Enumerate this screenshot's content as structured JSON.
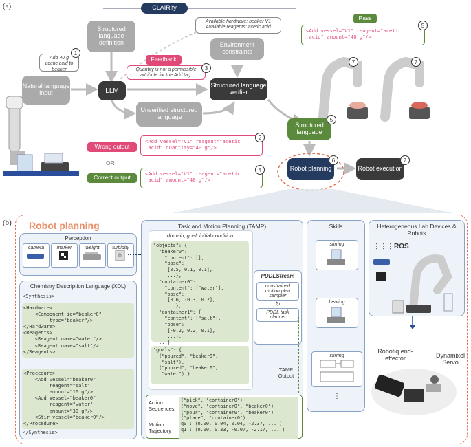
{
  "label_a": "(a)",
  "label_b": "(b)",
  "clairify": "CLAIRify",
  "top": {
    "structured_def": "Structured language definition",
    "natural_input": "Natural language input",
    "add_note": "Add 40 g acetic acid to beaker",
    "llm": "LLM",
    "feedback": "Feedback",
    "feedback_note": "Quantity is not a permissible attribute for the Add tag.",
    "hw_note_line1": "Available hardware: beaker V1",
    "hw_note_line2": "Available reagents: acetic acid",
    "env": "Environment constraints",
    "verifier": "Structured language verifier",
    "unverified": "Unverified structured language",
    "wrong_output": "Wrong output",
    "or": "OR",
    "correct_output": "Correct output",
    "wrong_code": "<Add vessel=\"V1\" reagent=\"acetic\n acid\" quantity=\"40 g\"/>",
    "correct_code": "<Add vessel=\"V1\" reagent=\"acetic\n acid\" amount=\"40 g\"/>",
    "pass": "Pass",
    "pass_code": "<Add vessel=\"V1\" reagent=\"acetic\n acid\" amount=\"40 g\"/>",
    "structured_language": "Structured language",
    "robot_planning": "Robot planning",
    "robot_execution": "Robot execution",
    "nums": [
      "1",
      "2",
      "3",
      "4",
      "5",
      "5",
      "6",
      "7",
      "7",
      "7"
    ]
  },
  "bottom": {
    "title": "Robot planning",
    "perception": "Perception",
    "sensors": [
      "camera",
      "marker",
      "weight",
      "turbidity"
    ],
    "xdl_title": "Chemistry Description Language (XDL)",
    "xdl_synth_open": "<Synthesis>",
    "xdl_hardware": "<Hardware>\n    <Component id=\"beaker0\"\n         type=\"beaker\"/>\n</Hardware>\n<Reagents>\n    <Reagent name=\"water\"/>\n    <Reagent name=\"salt\"/>\n</Reagents>",
    "xdl_procedure": "<Procedure>\n    <Add vessel=\"beaker0\"\n         reagent=\"salt\"\n         amount=\"10 g\"/>\n    <Add vessel=\"beaker0\"\n         reagent=\"water\"\n         amount=\"30 g\"/>\n    <Stir vessel=\"beaker0\"/>\n</Procedure>",
    "xdl_synth_close": "</Synthesis>",
    "tamp_title": "Task and Motion Planning (TAMP)",
    "tamp_sub": "domain, goal, initial condition",
    "objects_code": "\"objects\": {\n  \"beaker0\":\n    \"content\": [],\n    \"pose\":\n     [0.5, 0.1, 0.1],\n     ...},\n  \"container0\":\n    \"content\": [\"water\"],\n    \"pose\":\n     [0.6, -0.3, 0.2],\n     ...},\n  \"container1\": {\n    \"content\": [\"salt\"],\n    \"pose\":\n     [-0.2, 0.2, 0.1],\n     ...},\n  ...}",
    "goals_code": "\"goals\": {\n  (\"poured\", \"beaker0\",\n   \"salt\"),\n  (\"poured\", \"beaker0\",\n   \"water\") }",
    "pddl": "PDDLStream",
    "motion_sampler": "constrained motion plan sampler",
    "task_planner": "PDDL task planner",
    "tamp_output": "TAMP Output",
    "action_label": "Action Sequences",
    "action_code": "(\"pick\", \"container0\")\n(\"move\", \"container0\", \"beaker0\")\n(\"pour\", \"container0\", \"beaker0\")\n(\"place\", \"container0\")",
    "motion_label": "Motion Trajectory",
    "motion_code": "q0 : (0.00, 0.04, 0.04, -2.37, ... )\nq1 : (0.00, 0.33, -0.07, -2.17, ... )\n...",
    "skills": "Skills",
    "skill1": "stirring",
    "skill2": "heating",
    "skill3": "stirring",
    "skill_more": "⋮",
    "ros": "ROS",
    "devices": "Heterogeneous Lab Devices & Robots",
    "robotiq": "Robotiq end-effector",
    "dynamixel": "Dynamixel Servo",
    "ellipsis": "…"
  }
}
